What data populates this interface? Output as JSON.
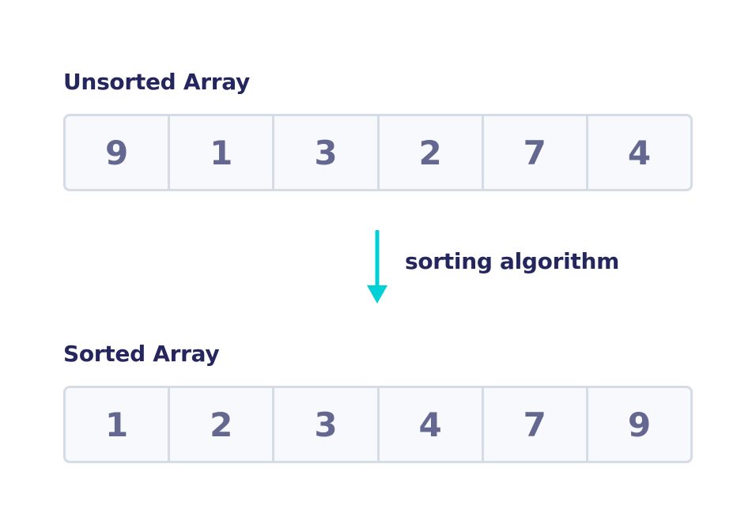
{
  "unsorted": {
    "title": "Unsorted Array",
    "values": [
      "9",
      "1",
      "3",
      "2",
      "7",
      "4"
    ]
  },
  "sorted": {
    "title": "Sorted Array",
    "values": [
      "1",
      "2",
      "3",
      "4",
      "7",
      "9"
    ]
  },
  "arrow": {
    "label": "sorting algorithm",
    "color": "#00d1d6"
  },
  "colors": {
    "title": "#25265e",
    "cell_text": "#646890",
    "cell_border": "#d5dce6",
    "cell_fill": "#f8f9fd"
  }
}
